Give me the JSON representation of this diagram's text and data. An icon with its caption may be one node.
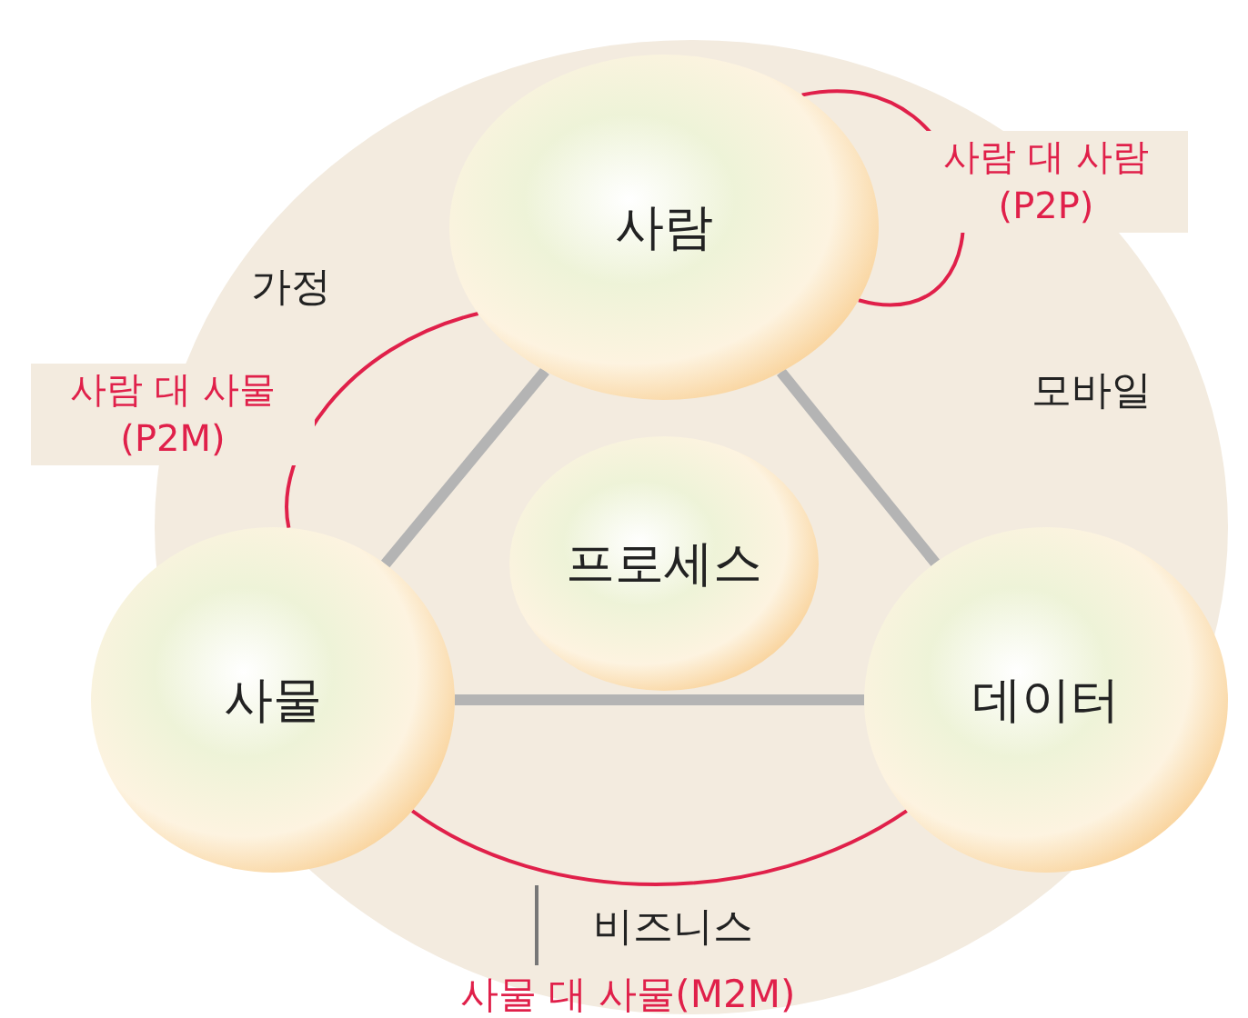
{
  "diagram": {
    "nodes": [
      {
        "text": [
          "사람"
        ]
      },
      {
        "text": [
          "프로세스"
        ]
      },
      {
        "text": [
          "사물"
        ]
      },
      {
        "text": [
          "데이터"
        ]
      },
      {
        "text": [
          "사물 대 사물(M2M)"
        ]
      }
    ],
    "edges": [
      {
        "from": 0,
        "to": 0,
        "arrow": "none",
        "label": "사람 대 사람 (P2P)",
        "color": "#e0204a"
      },
      {
        "from": 0,
        "to": 2,
        "arrow": "none",
        "label": "사람 대 사물 (P2M)",
        "color": "#e0204a"
      },
      {
        "from": 2,
        "to": 3,
        "arrow": "none",
        "color": "#e0204a"
      },
      {
        "from": 0,
        "to": 2,
        "arrow": "none",
        "style": "thick",
        "color": "#b4b4b4"
      },
      {
        "from": 0,
        "to": 3,
        "arrow": "none",
        "style": "thick",
        "color": "#b4b4b4"
      },
      {
        "from": 2,
        "to": 3,
        "arrow": "none",
        "style": "thick",
        "color": "#b4b4b4"
      },
      {
        "from": 4,
        "to": null,
        "arrow": "none",
        "color": "#777777"
      }
    ],
    "labels": [
      "가정",
      "모바일",
      "비즈니스"
    ]
  }
}
